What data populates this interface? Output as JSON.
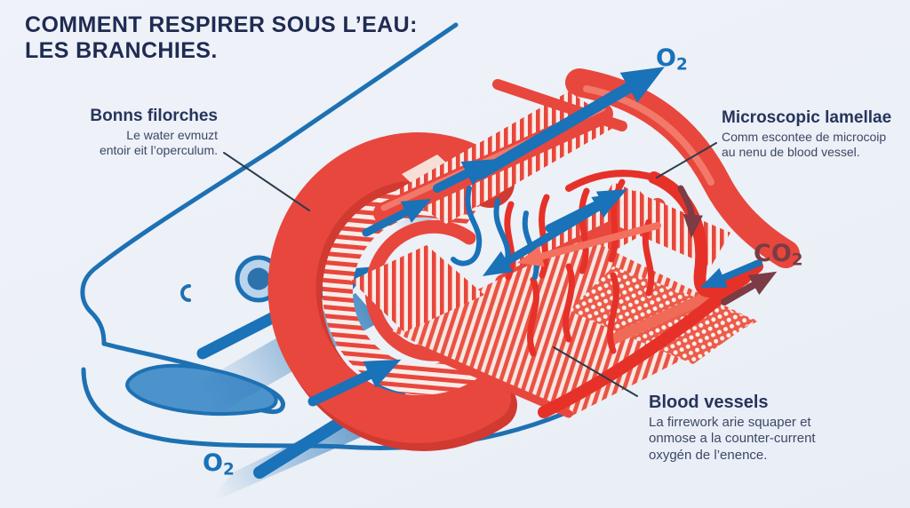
{
  "title": {
    "line1": "COMMENT RESPIRER SOUS L’EAU:",
    "line2": "LES BRANCHIES."
  },
  "callouts": {
    "gill_filaments": {
      "heading": "Bonns filorches",
      "line1": "Le water evmuzt",
      "line2": "entoir eit l’operculum."
    },
    "lamellae": {
      "heading": "Microscopic lamellae",
      "line1": "Comm escontee de microcoip",
      "line2": "au nenu de blood vessel."
    },
    "blood_vessels": {
      "heading": "Blood vessels",
      "line1": "La firrework arie squaper et",
      "line2": "onmose a la counter-current",
      "line3": "oxygén de l’enence."
    }
  },
  "molecules": {
    "o2_top": {
      "base": "O",
      "sub": "2"
    },
    "o2_bottom": {
      "base": "O",
      "sub": "2"
    },
    "co2": {
      "base": "CO",
      "sub": "2"
    }
  },
  "colors": {
    "background": "#edf1f7",
    "title_navy": "#1f2b52",
    "arrow_blue": "#1a72b8",
    "fish_outline_blue": "#1d71b3",
    "gill_red": "#e8473d",
    "vessel_red": "#e63129",
    "counter_salmon": "#f3705f",
    "co2_maroon": "#7b3c45"
  }
}
